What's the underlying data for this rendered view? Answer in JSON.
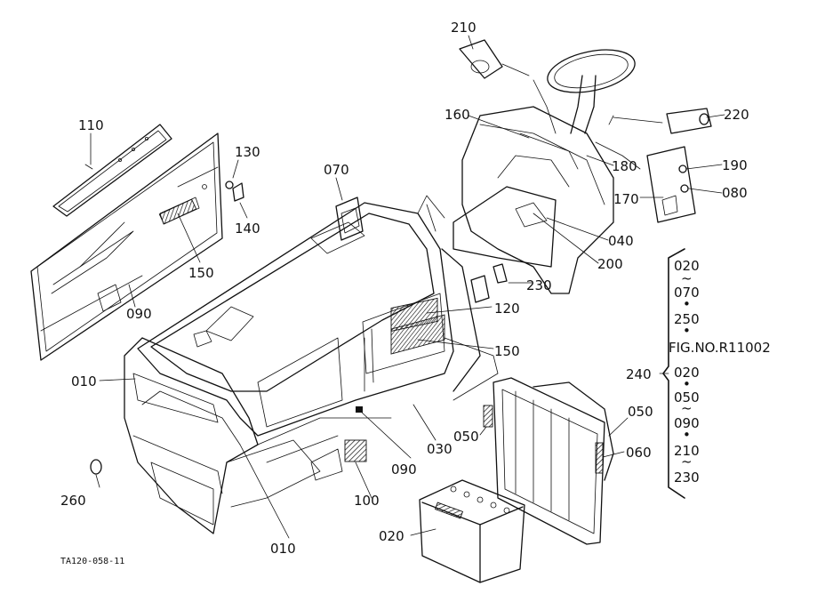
{
  "callouts": {
    "c110": "110",
    "c130": "130",
    "c140": "140",
    "c150a": "150",
    "c090a": "090",
    "c070": "070",
    "c010a": "010",
    "c260": "260",
    "c010b": "010",
    "c100": "100",
    "c090b": "090",
    "c030": "030",
    "c150b": "150",
    "c120": "120",
    "c230": "230",
    "c200": "200",
    "c040": "040",
    "c210": "210",
    "c160": "160",
    "c220": "220",
    "c180": "180",
    "c190": "190",
    "c170": "170",
    "c080": "080",
    "c050a": "050",
    "c050b": "050",
    "c060": "060",
    "c020": "020",
    "c240": "240"
  },
  "group_list": {
    "items": [
      "020",
      "070",
      "250",
      "FIG.NO.R11002",
      "020",
      "050",
      "090",
      "210",
      "230"
    ]
  },
  "figure_code": "TA120-058-11"
}
